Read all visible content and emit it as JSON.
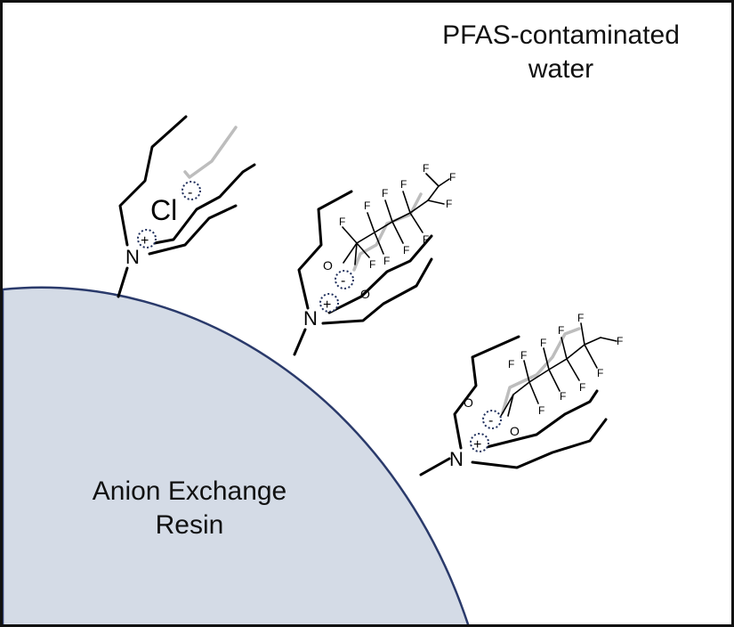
{
  "labels": {
    "water_line1": "PFAS-contaminated",
    "water_line2": "water",
    "resin_line1": "Anion Exchange",
    "resin_line2": "Resin"
  },
  "atoms": {
    "nitrogen": "N",
    "chloride": "Cl",
    "oxygen": "O",
    "fluorine": "F",
    "positive": "+",
    "negative": "-"
  },
  "colors": {
    "resin_fill": "#d4dbe6",
    "resin_edge": "#2a3a6b",
    "chain": "#000000",
    "alkyl_gray": "#bdbdbd",
    "charge_circle": "#1f2f5c"
  }
}
